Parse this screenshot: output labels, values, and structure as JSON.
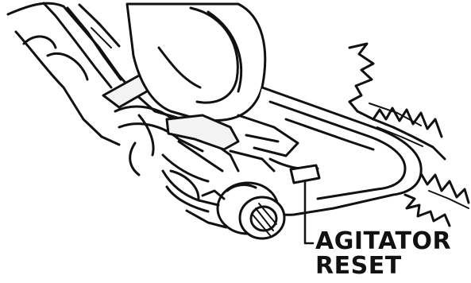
{
  "callout": {
    "line1": "AGITATOR",
    "line2": "RESET"
  },
  "colors": {
    "ink": "#111111",
    "paper": "#ffffff",
    "fill_light": "#f3f3f3"
  },
  "icons": [
    "vacuum-illustration",
    "agitator-reset-button",
    "carpet-fringe"
  ]
}
